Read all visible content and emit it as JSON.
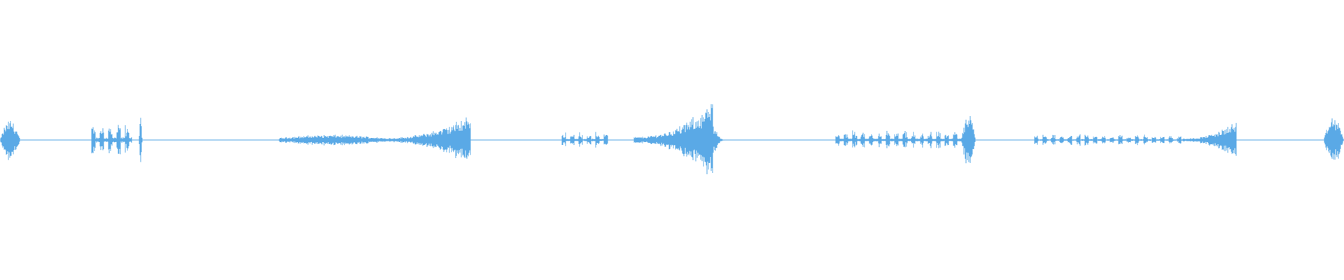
{
  "waveform": {
    "color": "#5aa9e6",
    "duration_fraction_segments": [
      {
        "start": 0.0,
        "end": 0.015,
        "peak": 0.14,
        "shape": "burst"
      },
      {
        "start": 0.068,
        "end": 0.098,
        "peak": 0.12,
        "shape": "pulses"
      },
      {
        "start": 0.103,
        "end": 0.106,
        "peak": 0.19,
        "shape": "spike"
      },
      {
        "start": 0.208,
        "end": 0.285,
        "peak": 0.05,
        "shape": "noise"
      },
      {
        "start": 0.285,
        "end": 0.35,
        "peak": 0.17,
        "shape": "swell"
      },
      {
        "start": 0.418,
        "end": 0.452,
        "peak": 0.06,
        "shape": "pulses"
      },
      {
        "start": 0.472,
        "end": 0.53,
        "peak": 0.26,
        "shape": "swell"
      },
      {
        "start": 0.53,
        "end": 0.54,
        "peak": 0.12,
        "shape": "decay"
      },
      {
        "start": 0.622,
        "end": 0.715,
        "peak": 0.07,
        "shape": "pulses"
      },
      {
        "start": 0.715,
        "end": 0.726,
        "peak": 0.17,
        "shape": "burst"
      },
      {
        "start": 0.77,
        "end": 0.88,
        "peak": 0.04,
        "shape": "pulses"
      },
      {
        "start": 0.88,
        "end": 0.92,
        "peak": 0.13,
        "shape": "swell"
      },
      {
        "start": 0.985,
        "end": 1.0,
        "peak": 0.16,
        "shape": "burst"
      }
    ]
  }
}
